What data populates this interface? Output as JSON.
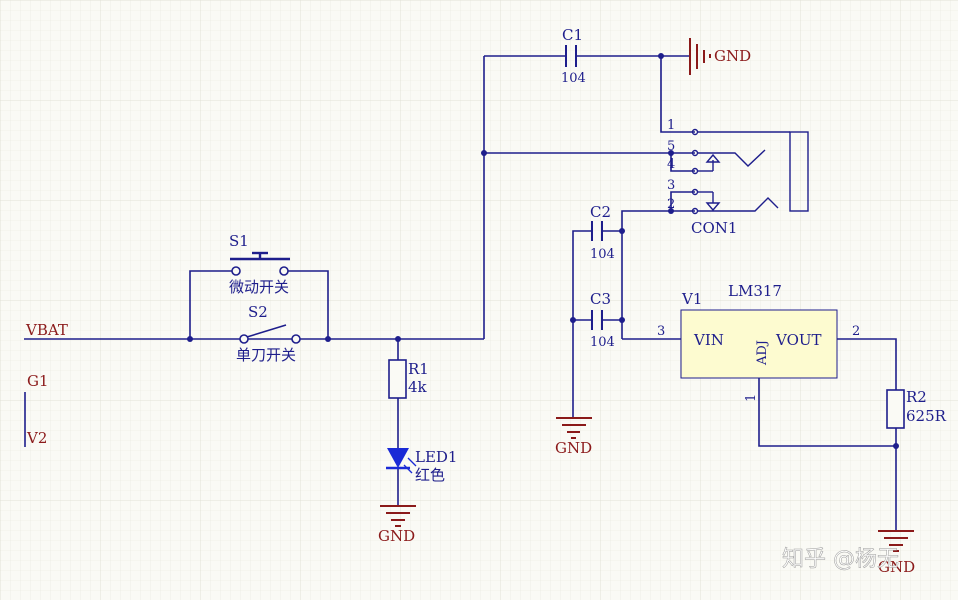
{
  "colors": {
    "background": "#fafaf5",
    "grid": "#e6e6dc",
    "wire": "#1e1e8c",
    "designator": "#1e1e8c",
    "power_net": "#8b1a1a",
    "part_body": "#fdfbd0",
    "led": "#1a2ad6",
    "watermark": "#b0b0b0"
  },
  "nets": {
    "vbat": "VBAT",
    "g1": "G1",
    "v2": "V2",
    "gnd_c1": "GND",
    "gnd_left": "GND",
    "gnd_led": "GND",
    "gnd_right": "GND"
  },
  "components": {
    "c1": {
      "designator": "C1",
      "value": "104"
    },
    "c2": {
      "designator": "C2",
      "value": "104"
    },
    "c3": {
      "designator": "C3",
      "value": "104"
    },
    "s1": {
      "designator": "S1",
      "value": "微动开关"
    },
    "s2": {
      "designator": "S2",
      "value": "单刀开关"
    },
    "r1": {
      "designator": "R1",
      "value": "4k"
    },
    "r2": {
      "designator": "R2",
      "value": "625R"
    },
    "led1": {
      "designator": "LED1",
      "value": "红色"
    },
    "con1": {
      "designator": "CON1",
      "pins": [
        "1",
        "5",
        "4",
        "3",
        "2"
      ]
    },
    "v1": {
      "designator": "V1",
      "part": "LM317",
      "pin_vin": "VIN",
      "pin_vout": "VOUT",
      "pin_adj": "ADJ",
      "pin_num_vin": "3",
      "pin_num_vout": "2",
      "pin_num_adj": "1"
    }
  },
  "watermark": "知乎 @杨无"
}
